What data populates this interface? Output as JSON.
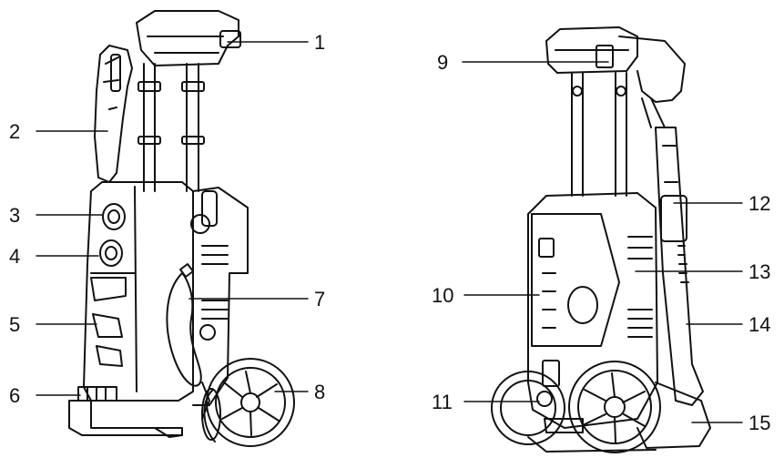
{
  "labels": [
    {
      "id": "1",
      "text": "1"
    },
    {
      "id": "2",
      "text": "2"
    },
    {
      "id": "3",
      "text": "3"
    },
    {
      "id": "4",
      "text": "4"
    },
    {
      "id": "5",
      "text": "5"
    },
    {
      "id": "6",
      "text": "6"
    },
    {
      "id": "7",
      "text": "7"
    },
    {
      "id": "8",
      "text": "8"
    },
    {
      "id": "9",
      "text": "9"
    },
    {
      "id": "10",
      "text": "10"
    },
    {
      "id": "11",
      "text": "11"
    },
    {
      "id": "12",
      "text": "12"
    },
    {
      "id": "13",
      "text": "13"
    },
    {
      "id": "14",
      "text": "14"
    },
    {
      "id": "15",
      "text": "15"
    }
  ],
  "colors": {
    "line": "#111111",
    "fill": "#ffffff"
  }
}
